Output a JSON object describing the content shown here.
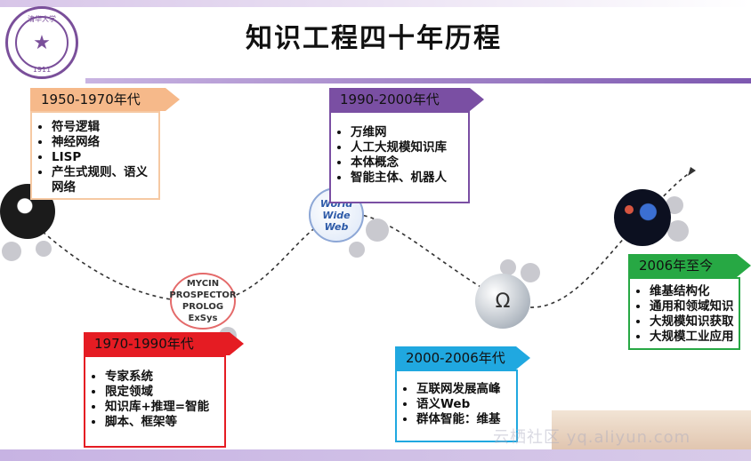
{
  "title": "知识工程四十年历程",
  "seal": {
    "text": "清华大学",
    "year": "1911",
    "icon": "star-icon"
  },
  "eras": [
    {
      "label": "1950-1970年代",
      "color": "#f6b98a",
      "border": "#f3a26a",
      "items": [
        "符号逻辑",
        "神经网络",
        "LISP",
        "产生式规则、语义网络"
      ]
    },
    {
      "label": "1970-1990年代",
      "color": "#e51c23",
      "border": "#e51c23",
      "items": [
        "专家系统",
        "限定领域",
        "知识库+推理=智能",
        "脚本、框架等"
      ]
    },
    {
      "label": "1990-2000年代",
      "color": "#7a4fa3",
      "border": "#7a4fa3",
      "items": [
        "万维网",
        "人工大规模知识库",
        "本体概念",
        "智能主体、机器人"
      ]
    },
    {
      "label": "2000-2006年代",
      "color": "#20a8e0",
      "border": "#20a8e0",
      "items": [
        "互联网发展高峰",
        "语义Web",
        "群体智能：维基"
      ]
    },
    {
      "label": "2006年至今",
      "color": "#27a844",
      "border": "#27a844",
      "items": [
        "维基结构化",
        "通用和领域知识",
        "大规模知识获取",
        "大规模工业应用"
      ]
    }
  ],
  "expert_systems": [
    "MYCIN",
    "PROSPECTOR",
    "PROLOG",
    "ExSys"
  ],
  "www_words": [
    "World",
    "Wide",
    "Web"
  ],
  "watermark": "云栖社区 yq.aliyun.com"
}
